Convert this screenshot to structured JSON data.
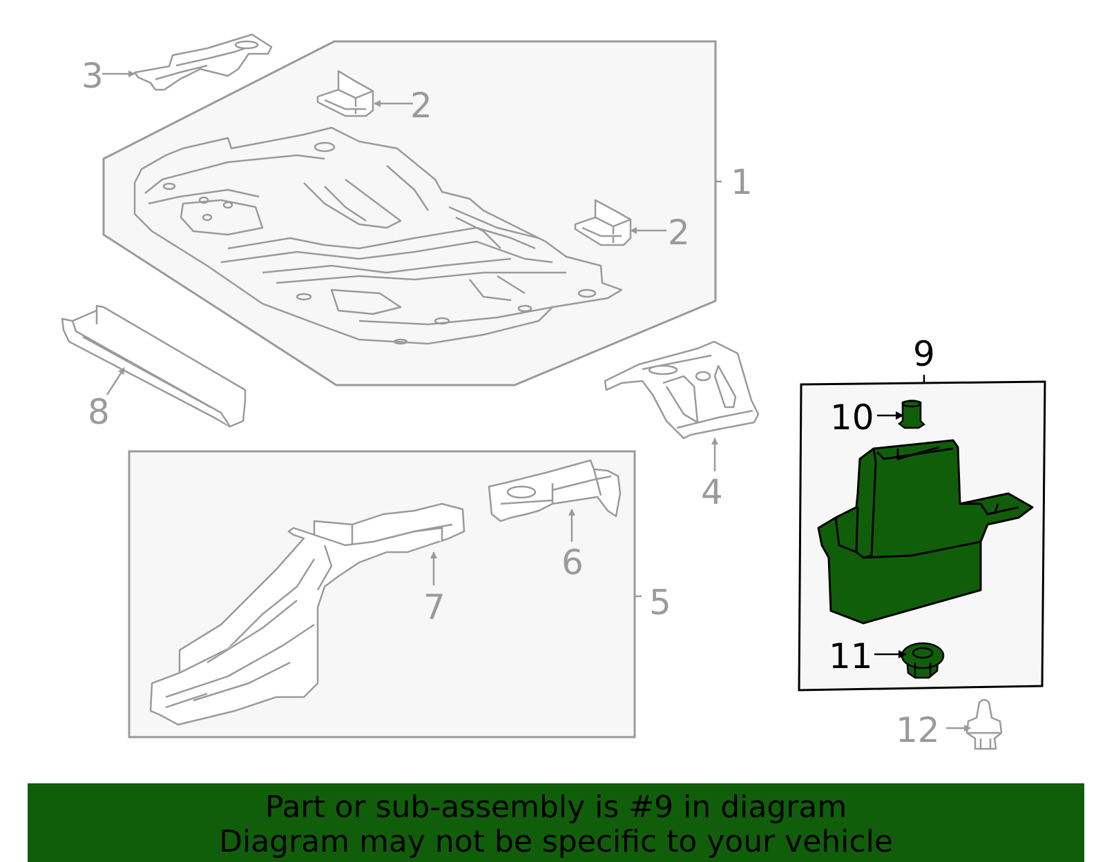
{
  "callouts": {
    "c1": "1",
    "c2a": "2",
    "c2b": "2",
    "c3": "3",
    "c4": "4",
    "c5": "5",
    "c6": "6",
    "c7": "7",
    "c8": "8",
    "c9": "9",
    "c10": "10",
    "c11": "11",
    "c12": "12"
  },
  "colors": {
    "highlight": "#115e0a",
    "line_gray": "#9a9a9a",
    "panel_fill": "#f7f7f7",
    "banner_bg": "#115e0a"
  },
  "banner": {
    "line1": "Part or sub-assembly is #9 in diagram",
    "line2": "Diagram may not be specific to your vehicle"
  }
}
